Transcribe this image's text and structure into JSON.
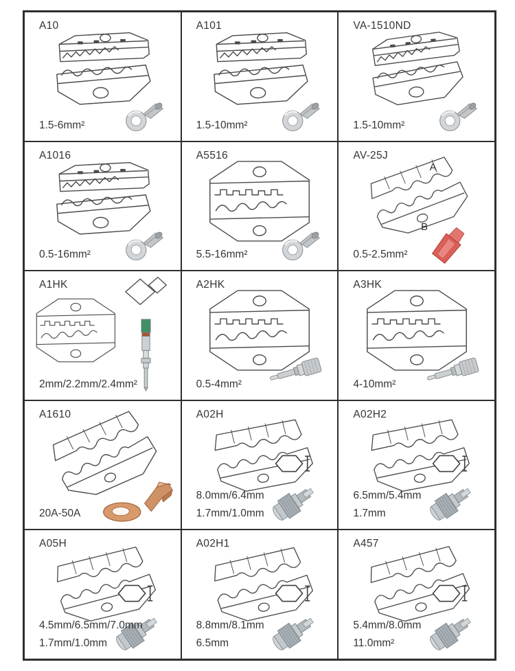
{
  "page": {
    "kind": "crimping-die-catalog",
    "rows": 5,
    "columns": 3
  },
  "colors": {
    "grid_border": "#2e2e2e",
    "line_art": "#4a4a4a",
    "text": "#353535",
    "background": "#ffffff",
    "terminal_red": "#dd5f58",
    "pin_green": "#3f9065",
    "metal_gray": "#c9cdd0",
    "copper": "#cf9166"
  },
  "icons": {
    "ring-terminal-icon": "gray ring terminal",
    "red-disconnect-icon": "red insulated disconnect terminal",
    "contact-pin-icon": "contact pin with green band",
    "diamond-icon": "open diamond contact outline",
    "ferrule-pin-icon": "turned contact pin",
    "copper-lug-icon": "copper ring lug",
    "hex-gauge-icon": "hexagon with pin profile",
    "bnc-icon": "BNC coax connector"
  },
  "cells": [
    {
      "model": "A10",
      "sizes": [
        "1.5-6mm²"
      ],
      "drawing": "die-flat",
      "accessories": [
        "ring-terminal"
      ]
    },
    {
      "model": "A101",
      "sizes": [
        "1.5-10mm²"
      ],
      "drawing": "die-flat",
      "accessories": [
        "ring-terminal"
      ]
    },
    {
      "model": "VA-1510ND",
      "sizes": [
        "1.5-10mm²"
      ],
      "drawing": "die-flat",
      "accessories": [
        "ring-terminal"
      ]
    },
    {
      "model": "A1016",
      "sizes": [
        "0.5-16mm²"
      ],
      "drawing": "die-flat",
      "accessories": [
        "ring-terminal"
      ]
    },
    {
      "model": "A5516",
      "sizes": [
        "5.5-16mm²"
      ],
      "drawing": "die-oct",
      "accessories": [
        "ring-terminal"
      ]
    },
    {
      "model": "AV-25J",
      "sizes": [
        "0.5-2.5mm²"
      ],
      "drawing": "die-tilt",
      "accessories": [
        "red-disconnect"
      ],
      "drawing_labels": [
        "A",
        "B"
      ]
    },
    {
      "model": "A1HK",
      "sizes": [
        "2mm/2.2mm/2.4mm²"
      ],
      "drawing": "die-oct",
      "accessories": [
        "diamond",
        "contact-pin"
      ]
    },
    {
      "model": "A2HK",
      "sizes": [
        "0.5-4mm²"
      ],
      "drawing": "die-oct",
      "accessories": [
        "ferrule-pin"
      ]
    },
    {
      "model": "A3HK",
      "sizes": [
        "4-10mm²"
      ],
      "drawing": "die-oct",
      "accessories": [
        "ferrule-pin"
      ]
    },
    {
      "model": "A1610",
      "sizes": [
        "20A-50A"
      ],
      "drawing": "die-tilt",
      "accessories": [
        "copper-lug"
      ]
    },
    {
      "model": "A02H",
      "sizes": [
        "8.0mm/6.4mm",
        "1.7mm/1.0mm"
      ],
      "drawing": "die-tilt",
      "accessories": [
        "hex-gauge",
        "bnc"
      ]
    },
    {
      "model": "A02H2",
      "sizes": [
        "6.5mm/5.4mm",
        "1.7mm"
      ],
      "drawing": "die-tilt",
      "accessories": [
        "hex-gauge",
        "bnc"
      ]
    },
    {
      "model": "A05H",
      "sizes": [
        "4.5mm/6.5mm/7.0mm",
        "1.7mm/1.0mm"
      ],
      "drawing": "die-tilt",
      "accessories": [
        "hex-gauge",
        "bnc"
      ]
    },
    {
      "model": "A02H1",
      "sizes": [
        "8.8mm/8.1mm",
        "6.5mm"
      ],
      "drawing": "die-tilt",
      "accessories": [
        "hex-gauge",
        "bnc"
      ]
    },
    {
      "model": "A457",
      "sizes": [
        "5.4mm/8.0mm",
        "11.0mm²"
      ],
      "drawing": "die-tilt",
      "accessories": [
        "hex-gauge",
        "bnc"
      ]
    }
  ]
}
